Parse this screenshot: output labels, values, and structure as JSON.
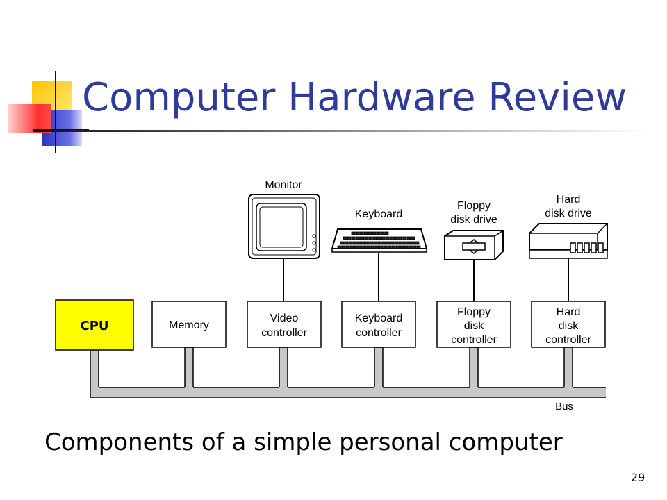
{
  "slide": {
    "title": "Computer Hardware Review",
    "caption": "Components of a simple personal computer",
    "page_number": "29"
  },
  "colors": {
    "title": "#2f3b99",
    "cpu_fill": "#ffff00",
    "bus_fill": "#c8c8c8",
    "deco_yellow": "#ffd21a",
    "deco_blue": "#3b3fc6",
    "deco_red": "#ff3b3b"
  },
  "diagram": {
    "devices": [
      {
        "label": [
          "Monitor"
        ],
        "icon": "monitor-icon"
      },
      {
        "label": [
          "Keyboard"
        ],
        "icon": "keyboard-icon"
      },
      {
        "label": [
          "Floppy",
          "disk drive"
        ],
        "icon": "floppy-drive-icon"
      },
      {
        "label": [
          "Hard",
          "disk drive"
        ],
        "icon": "hard-disk-icon"
      }
    ],
    "components": [
      {
        "label": [
          "CPU"
        ]
      },
      {
        "label": [
          "Memory"
        ]
      },
      {
        "label": [
          "Video",
          "controller"
        ]
      },
      {
        "label": [
          "Keyboard",
          "controller"
        ]
      },
      {
        "label": [
          "Floppy",
          "disk",
          "controller"
        ]
      },
      {
        "label": [
          "Hard",
          "disk",
          "controller"
        ]
      }
    ],
    "bus_label": "Bus"
  }
}
